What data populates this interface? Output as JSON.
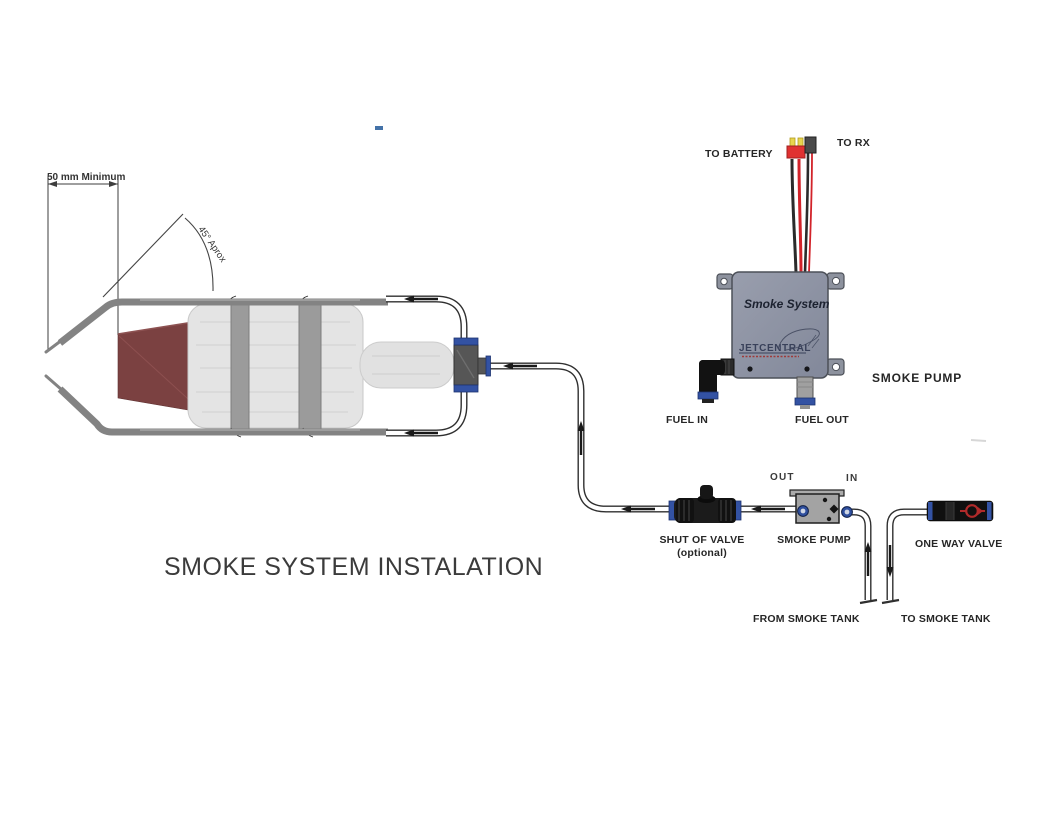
{
  "title": "SMOKE SYSTEM INSTALATION",
  "annotations": {
    "dimension": "50 mm Minimum",
    "angle": "45° Aprox"
  },
  "pump_unit": {
    "to_battery": "TO BATTERY",
    "to_rx": "TO RX",
    "device_title": "Smoke System",
    "brand": "JetCentral",
    "label": "SMOKE PUMP",
    "fuel_in": "FUEL IN",
    "fuel_out": "FUEL OUT"
  },
  "inline_pump": {
    "out": "OUT",
    "in": "IN",
    "label": "SMOKE PUMP"
  },
  "shut_off_valve": {
    "label": "SHUT OF VALVE",
    "note": "(optional)"
  },
  "one_way_valve": {
    "label": "ONE WAY VALVE"
  },
  "tank_lines": {
    "from": "FROM SMOKE TANK",
    "to": "TO SMOKE TANK"
  },
  "colors": {
    "tube_gray": "#838383",
    "fitting_blue": "#3352a3",
    "nozzle_maroon": "#7b4141",
    "wire_red": "#d2232a",
    "valve_black": "#161616",
    "pump_gray": "#8d929e",
    "one_way_red": "#b02a2a"
  }
}
